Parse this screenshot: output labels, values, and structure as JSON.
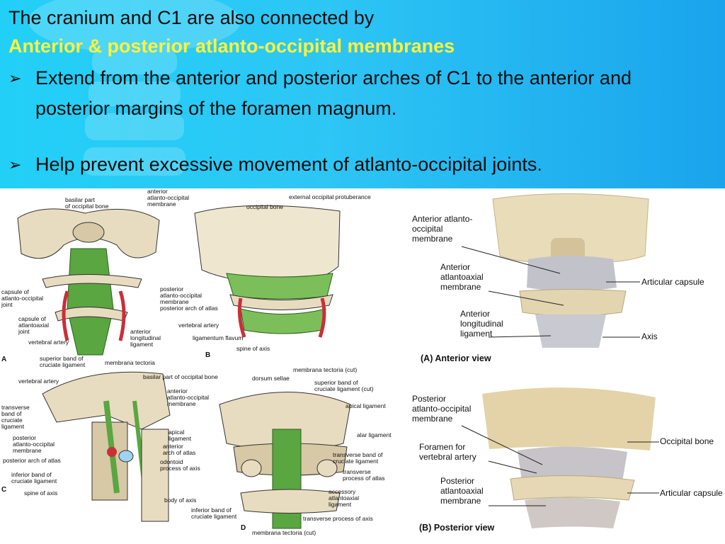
{
  "slide": {
    "title_line": "The cranium and C1 are also connected by",
    "highlight_line": "Anterior & posterior atlanto-occipital membranes",
    "bullets": [
      "Extend from the anterior and posterior arches of C1 to the anterior and posterior margins of the foramen magnum.",
      "Help prevent excessive movement of atlanto-occipital joints."
    ],
    "bullet_glyph": "➢"
  },
  "figure_left": {
    "panel_a": {
      "tag": "A",
      "labels": [
        "basilar part\nof occipital bone",
        "anterior\natlanto-occipital\nmembrane",
        "capsule of\natlanto-occipital\njoint",
        "capsule of\natlantoaxial\njoint",
        "vertebral artery",
        "anterior\nlongitudinal\nligament"
      ]
    },
    "panel_b": {
      "tag": "B",
      "labels": [
        "external occipital protuberance",
        "occipital bone",
        "posterior\natlanto-occipital\nmembrane\nposterior arch of atlas",
        "vertebral artery",
        "ligamentum flavum",
        "spine of axis"
      ]
    },
    "panel_c": {
      "tag": "C",
      "labels": [
        "superior band of\ncruciate ligament",
        "membrana tectoria",
        "vertebral artery",
        "basilar part of occipital bone",
        "transverse\nband of\ncruciate\nligament",
        "anterior\natlanto-occipital\nmembrane",
        "posterior\natlanto-occipital\nmembrane",
        "apical\nligament",
        "anterior\narch of atlas",
        "posterior arch of atlas",
        "odontoid\nprocess of axis",
        "inferior band of\ncruciate ligament",
        "spine of axis",
        "body of axis"
      ]
    },
    "panel_d": {
      "tag": "D",
      "labels": [
        "membrana tectoria (cut)",
        "dorsum sellae",
        "superior band of\ncruciate ligament (cut)",
        "apical ligament",
        "alar ligament",
        "transverse band of\ncruciate ligament",
        "transverse\nprocess of atlas",
        "accessory\natlantoaxial\nligament",
        "inferior band of\ncruciate ligament",
        "transverse process of axis",
        "membrana tectoria (cut)"
      ]
    }
  },
  "figure_right": {
    "anterior": {
      "caption": "(A) Anterior view",
      "labels": [
        "Anterior atlanto-\noccipital\nmembrane",
        "Anterior\natlantoaxial\nmembrane",
        "Anterior\nlongitudinal\nligament",
        "Articular capsule",
        "Axis"
      ]
    },
    "posterior": {
      "caption": "(B) Posterior view",
      "labels": [
        "Posterior\natlanto-occipital\nmembrane",
        "Foramen for\nvertebral artery",
        "Posterior\natlantoaxial\nmembrane",
        "Occipital bone",
        "Articular capsule"
      ]
    }
  },
  "colors": {
    "banner": "#2dc6f5",
    "highlight": "#fff23a",
    "bone": "#e8dcc0",
    "ligament": "#5aa640",
    "artery": "#c8303a"
  }
}
